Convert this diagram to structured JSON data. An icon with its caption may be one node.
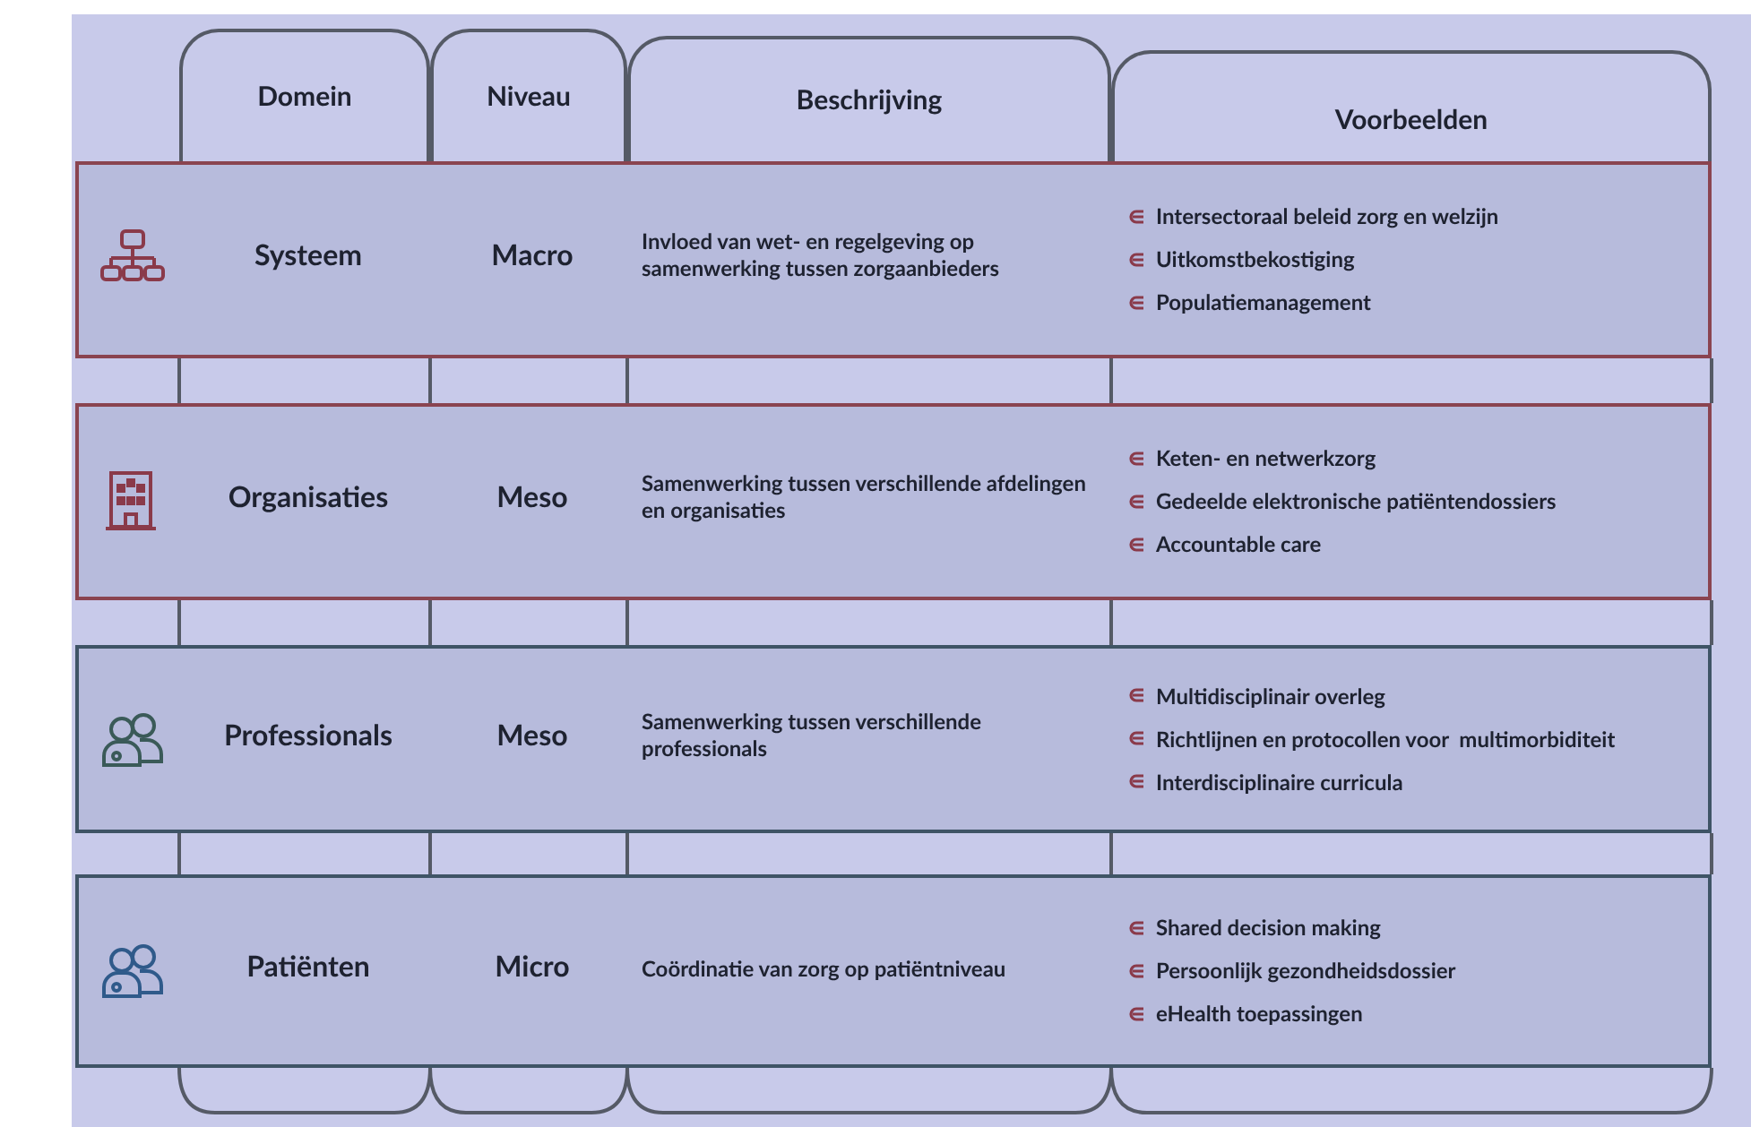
{
  "diagram": {
    "nodes": [
      {
        "text": [
          "Domein"
        ]
      },
      {
        "text": [
          "Niveau"
        ]
      },
      {
        "text": [
          "Beschrijving"
        ]
      },
      {
        "text": [
          "Voorbeelden"
        ]
      },
      {
        "text": [
          "Systeem",
          "Macro",
          "Invloed van wet- en regelgeving op samenwerking tussen zorgaanbieders",
          "Intersectoraal beleid zorg en welzijn",
          "Uitkomstbekostiging",
          "Populatiemanagement"
        ]
      },
      {
        "text": [
          "Organisaties",
          "Meso",
          "Samenwerking tussen verschillende afdelingen en organisaties",
          "Keten- en netwerkzorg",
          "Gedeelde elektronische patiëntendossiers",
          "Accountable care"
        ]
      },
      {
        "text": [
          "Professionals",
          "Meso",
          "Samenwerking tussen verschillende professionals",
          "Multidisciplinair overleg",
          "Richtlijnen en protocollen voor  multimorbiditeit",
          "Interdisciplinaire curricula"
        ]
      },
      {
        "text": [
          "Patiënten",
          "Micro",
          "Coördinatie van zorg op patiëntniveau",
          "Shared decision making",
          "Persoonlijk gezondheidsdossier",
          "eHealth toepassingen"
        ]
      }
    ]
  }
}
